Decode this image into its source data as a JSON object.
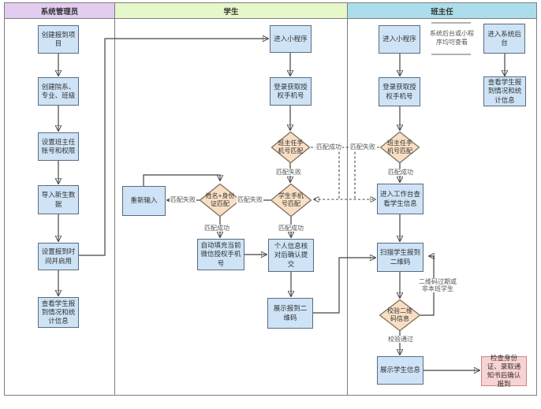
{
  "lanes": [
    {
      "label": "系统管理员"
    },
    {
      "label": "学生"
    },
    {
      "label": "班主任"
    }
  ],
  "nodes": {
    "create_project": "创建报到项目",
    "create_departments": "创建院系、专业、班级",
    "set_teacher_account": "设置班主任账号和权限",
    "import_students": "导入新生数据",
    "set_time_enable": "设置报到时间并启用",
    "admin_view_stats": "查看学生报到情况和统计信息",
    "s_enter_mini": "进入小程序",
    "s_login_phone": "登录获取授权手机号",
    "s_teacher_match": "班主任手机号匹配",
    "s_student_match": "学生手机号匹配",
    "s_name_id_match": "姓名+身份证匹配",
    "s_reenter": "重新输入",
    "s_autofill": "自动填充当前微信授权手机号",
    "s_confirm": "个人信息核对后确认提交",
    "s_show_qr": "展示报到二维码",
    "t_enter_mini": "进入小程序",
    "t_login_phone": "登录获取授权手机号",
    "t_teacher_match": "班主任手机号匹配",
    "t_workspace": "进入工作台查看学生信息",
    "t_scan_qr": "扫描学生报到二维码",
    "t_verify_qr": "校验二维码信息",
    "t_show_info": "展示学生信息",
    "t_confirm_reg": "检查身份证、录取通知书后确认报到",
    "t_enter_backend": "进入系统后台",
    "t_view_stats": "查看学生报到情况和统计信息",
    "note": "系统后台或小程序均可查看"
  },
  "edge_labels": {
    "match_success": "匹配成功",
    "match_fail": "匹配失败",
    "verify_pass": "校验通过",
    "qr_invalid": "二维码过期或非本班学生"
  },
  "colors": {
    "lane_admin": "#E2CCF0",
    "lane_student": "#E6F7C9",
    "lane_teacher": "#ABDEEA",
    "lane_border": "#7F7F7F",
    "node_fill": "#CEE3F6",
    "node_border": "#5B6B7F",
    "diamond_fill": "#F8DFC4",
    "diamond_border": "#7D6E5D",
    "pink_fill": "#F9D2D2",
    "pink_border": "#C98787",
    "line": "#444444",
    "text": "#333333",
    "label_text": "#555555"
  }
}
